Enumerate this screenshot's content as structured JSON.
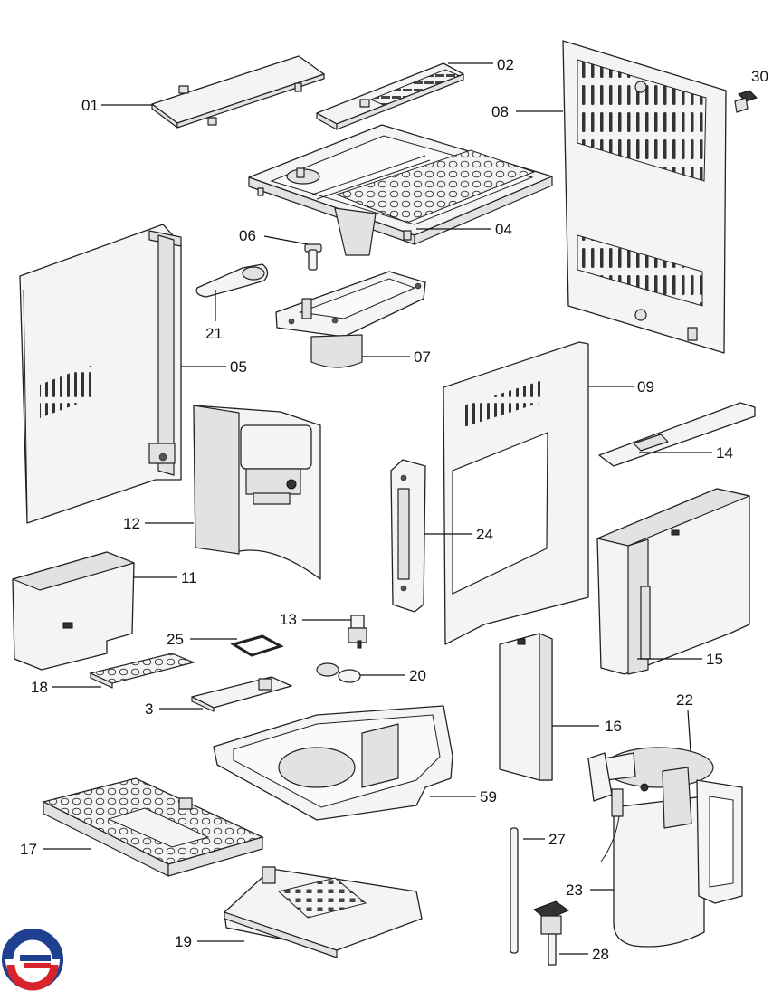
{
  "diagram": {
    "labels": [
      {
        "id": "01",
        "text": "01"
      },
      {
        "id": "02",
        "text": "02"
      },
      {
        "id": "30",
        "text": "30"
      },
      {
        "id": "08",
        "text": "08"
      },
      {
        "id": "04",
        "text": "04"
      },
      {
        "id": "06",
        "text": "06"
      },
      {
        "id": "21",
        "text": "21"
      },
      {
        "id": "07",
        "text": "07"
      },
      {
        "id": "05",
        "text": "05"
      },
      {
        "id": "09",
        "text": "09"
      },
      {
        "id": "14",
        "text": "14"
      },
      {
        "id": "12",
        "text": "12"
      },
      {
        "id": "24",
        "text": "24"
      },
      {
        "id": "11",
        "text": "11"
      },
      {
        "id": "13",
        "text": "13"
      },
      {
        "id": "15",
        "text": "15"
      },
      {
        "id": "25",
        "text": "25"
      },
      {
        "id": "20",
        "text": "20"
      },
      {
        "id": "18",
        "text": "18"
      },
      {
        "id": "3",
        "text": "3"
      },
      {
        "id": "22",
        "text": "22"
      },
      {
        "id": "16",
        "text": "16"
      },
      {
        "id": "59",
        "text": "59"
      },
      {
        "id": "17",
        "text": "17"
      },
      {
        "id": "27",
        "text": "27"
      },
      {
        "id": "23",
        "text": "23"
      },
      {
        "id": "19",
        "text": "19"
      },
      {
        "id": "28",
        "text": "28"
      }
    ]
  },
  "logo": {
    "name": "brand-logo",
    "colors": [
      "#1f3f8f",
      "#d8232a"
    ]
  }
}
